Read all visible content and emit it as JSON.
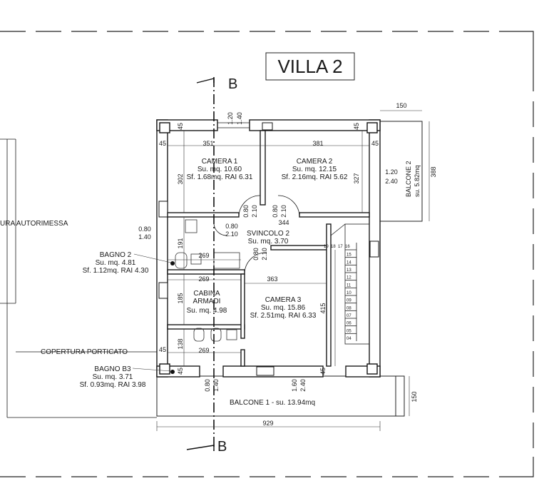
{
  "title": "VILLA 2",
  "section_label": "B",
  "rooms": {
    "camera1": {
      "name": "CAMERA 1",
      "su": "Su. mq. 10.60",
      "sf": "Sf. 1.68mq. RAI 6.31"
    },
    "camera2": {
      "name": "CAMERA 2",
      "su": "Su. mq. 12.15",
      "sf": "Sf. 2.16mq. RAI 5.62"
    },
    "svincolo": {
      "name": "SVINCOLO 2",
      "su": "Su. mq. 3.70"
    },
    "bagno2": {
      "name": "BAGNO 2",
      "su": "Su. mq. 4.81",
      "sf": "Sf. 1.12mq. RAI 4.30"
    },
    "cabina": {
      "name1": "CABINA",
      "name2": "ARMADI",
      "su": "Su. mq. 4.98"
    },
    "camera3": {
      "name": "CAMERA 3",
      "su": "Su. mq. 15.86",
      "sf": "Sf. 2.51mq. RAI 6.33"
    },
    "bagnob3": {
      "name": "BAGNO B3",
      "su": "Su. mq. 3.71",
      "sf": "Sf. 0.93mq. RAI 3.98"
    }
  },
  "labels": {
    "autorimessa": "URA AUTORIMESSA",
    "porticato": "COPERTURA PORTICATO",
    "balcone1": "BALCONE 1 - su. 13.94mq",
    "balcone2": "BALCONE 2",
    "balcone2_su": "su. 5.82mq"
  },
  "dimensions": {
    "d351": "351",
    "d381": "381",
    "d150_top": "150",
    "d388": "388",
    "d302": "302",
    "d327": "327",
    "d344": "344",
    "d191": "191",
    "d269_a": "269",
    "d269_b": "269",
    "d269_c": "269",
    "d363": "363",
    "d185": "185",
    "d415": "415",
    "d138": "138",
    "d929": "929",
    "d150_right": "150",
    "d45_a": "45",
    "d45_b": "45",
    "d45_c": "45",
    "d45_d": "45",
    "d45_e": "45",
    "d45_f": "45",
    "d45_g": "45",
    "w120": "1.20",
    "w140_top": "1.40",
    "w120b": "1.20",
    "w240": "2.40",
    "w080_a": "0.80",
    "w140_a": "1.40",
    "w080_b": "0.80",
    "w210_b": "2.10",
    "w080_c": "0.80",
    "w210_c": "2.10",
    "w080_d": "0.80",
    "w210_d": "2.10",
    "w080_e": "0.80",
    "w210_e": "2.10",
    "w080_f": "0.80",
    "w140_f": "1.40",
    "w160": "1.60",
    "w240_b": "2.40"
  },
  "stairs": [
    "19",
    "18",
    "17",
    "16",
    "15",
    "14",
    "13",
    "12",
    "11",
    "10",
    "09",
    "08",
    "07",
    "06",
    "05",
    "04"
  ]
}
